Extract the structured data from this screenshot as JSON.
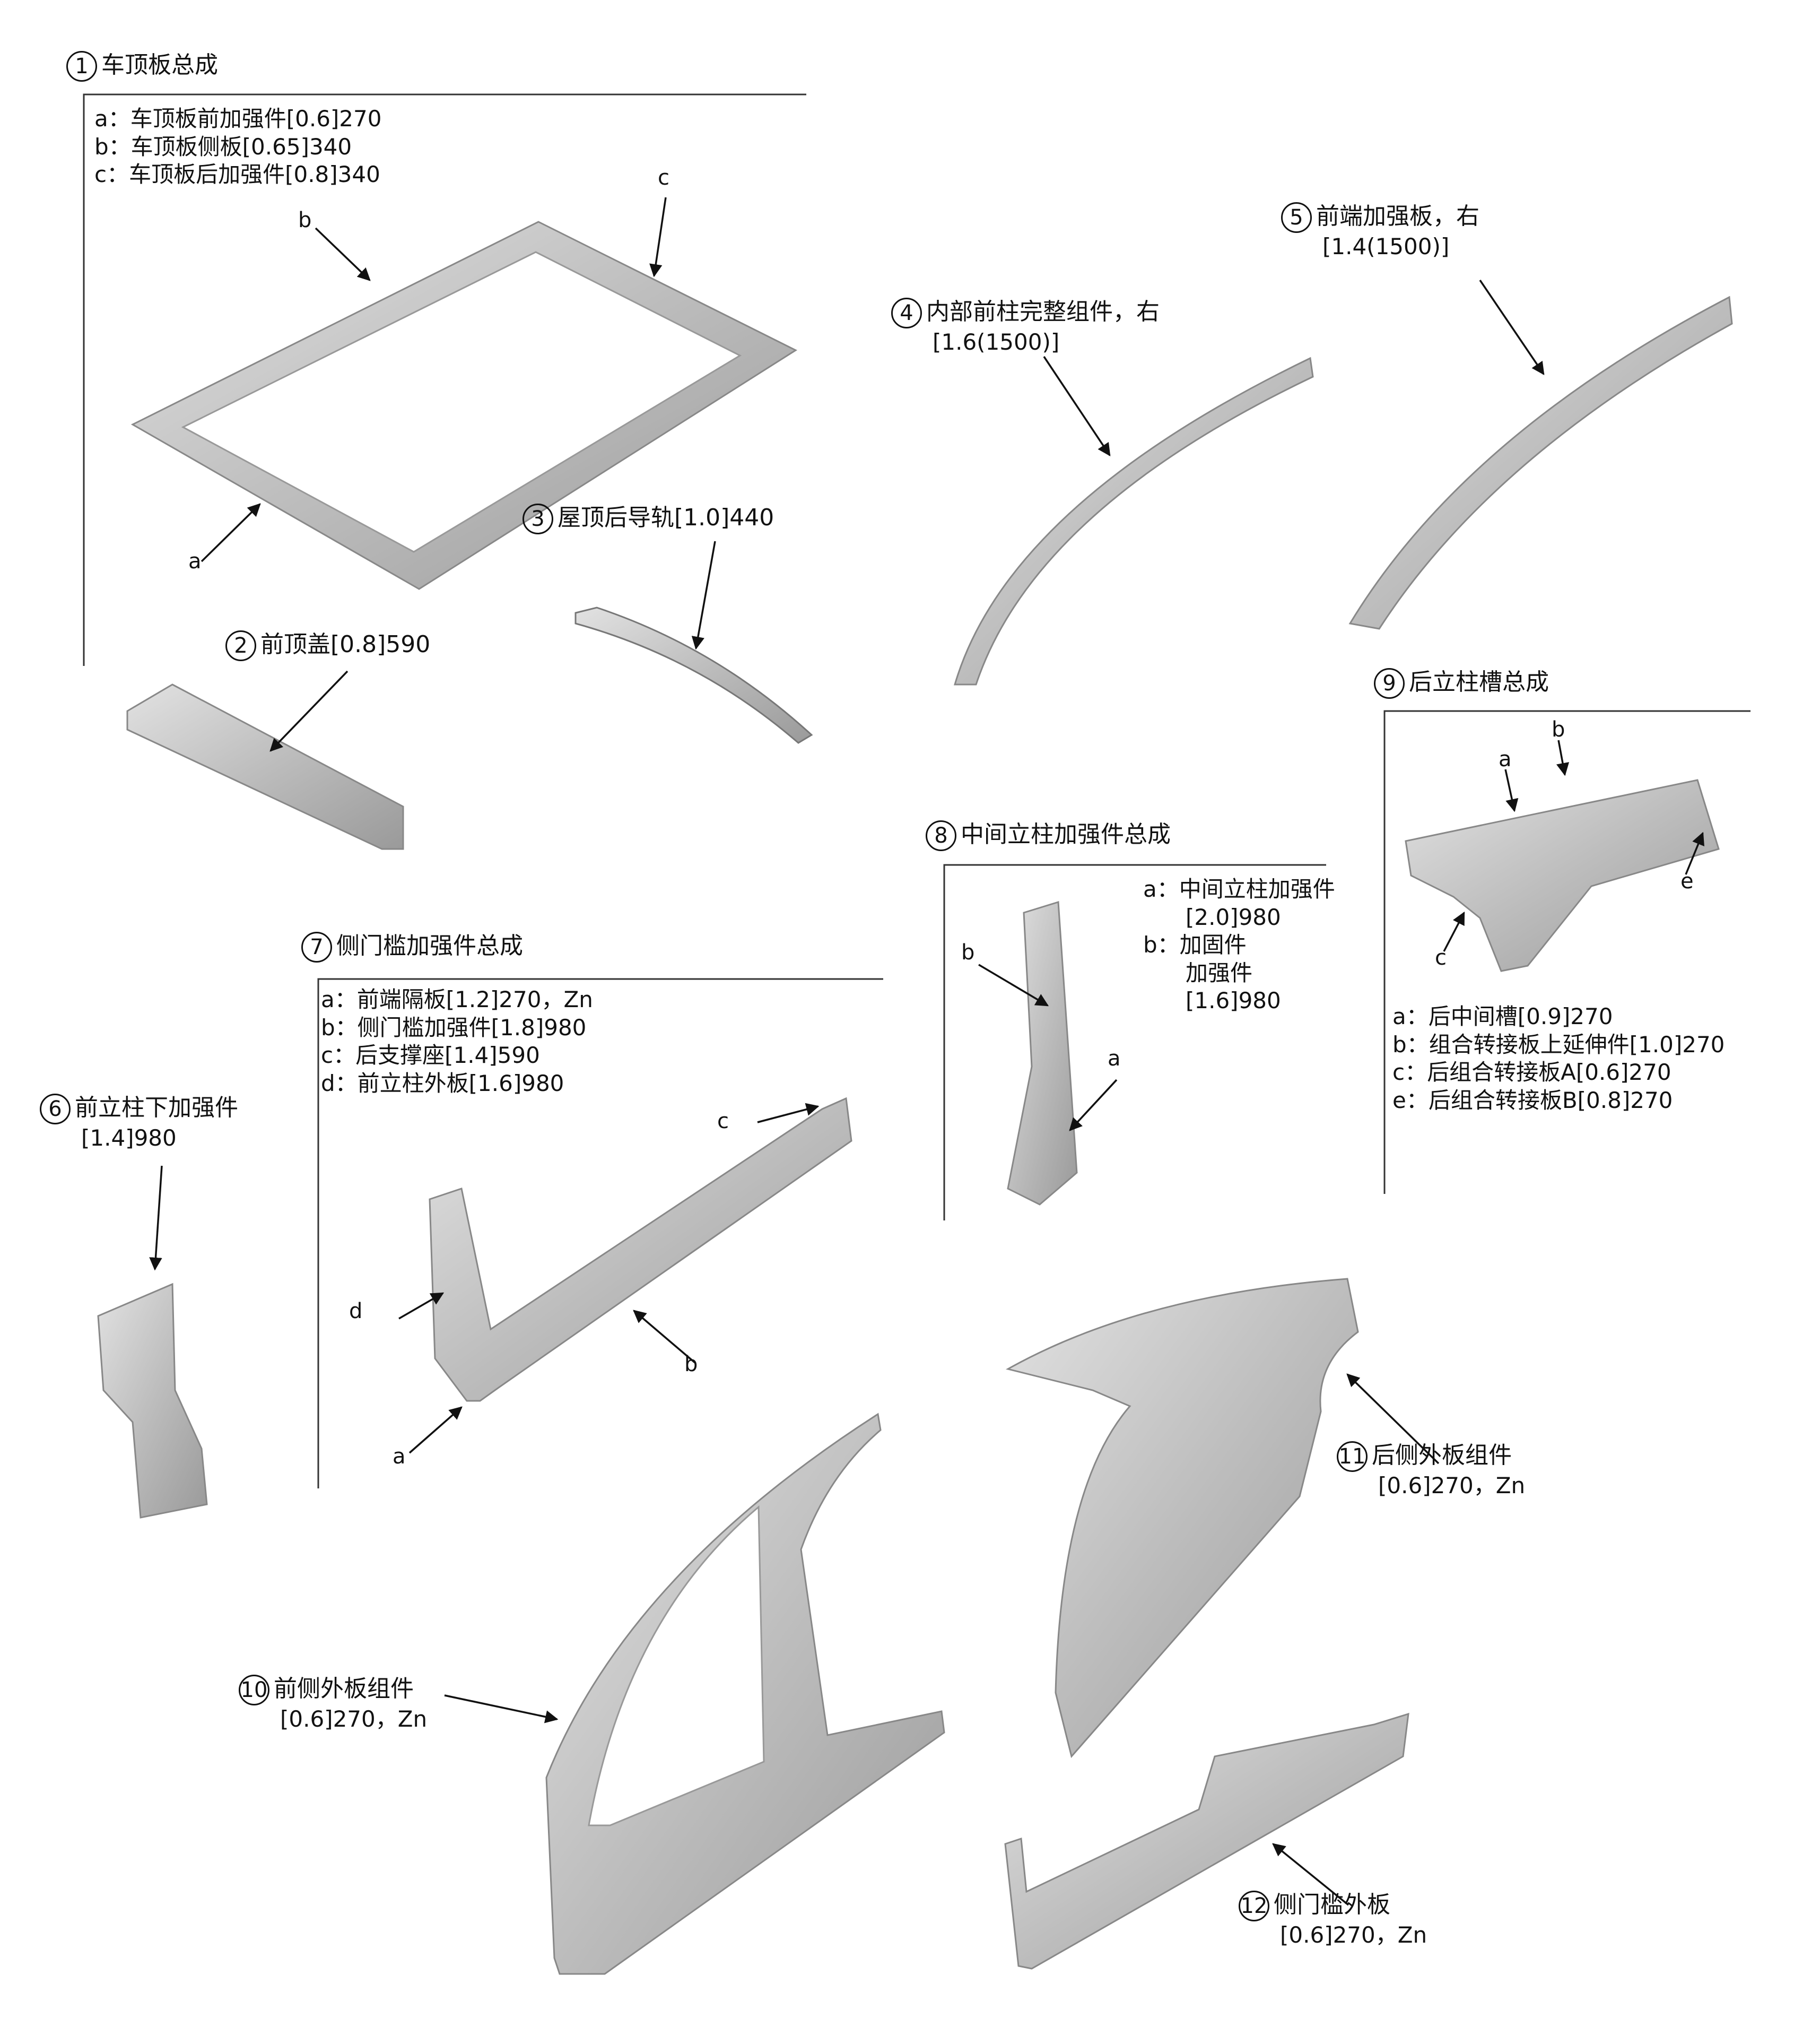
{
  "parts": [
    {
      "num": "1",
      "title": "车顶板总成",
      "specs": [
        "a：车顶板前加强件[0.6]270",
        "b：车顶板侧板[0.65]340",
        "c：车顶板后加强件[0.8]340"
      ]
    },
    {
      "num": "2",
      "title": "前顶盖[0.8]590"
    },
    {
      "num": "3",
      "title": "屋顶后导轨[1.0]440"
    },
    {
      "num": "4",
      "title": "内部前柱完整组件，右",
      "spec": "[1.6(1500)]"
    },
    {
      "num": "5",
      "title": "前端加强板，右",
      "spec": "[1.4(1500)]"
    },
    {
      "num": "6",
      "title": "前立柱下加强件",
      "spec": "[1.4]980"
    },
    {
      "num": "7",
      "title": "侧门槛加强件总成",
      "specs": [
        "a：前端隔板[1.2]270，Zn",
        "b：侧门槛加强件[1.8]980",
        "c：后支撑座[1.4]590",
        "d：前立柱外板[1.6]980"
      ]
    },
    {
      "num": "8",
      "title": "中间立柱加强件总成",
      "specs": [
        "a：中间立柱加强件",
        "[2.0]980",
        "b：加固件",
        "加强件",
        "[1.6]980"
      ]
    },
    {
      "num": "9",
      "title": "后立柱槽总成",
      "specs": [
        "a：后中间槽[0.9]270",
        "b：组合转接板上延伸件[1.0]270",
        "c：后组合转接板A[0.6]270",
        "e：后组合转接板B[0.8]270"
      ]
    },
    {
      "num": "10",
      "title": "前侧外板组件",
      "spec": "[0.6]270，Zn"
    },
    {
      "num": "11",
      "title": "后侧外板组件",
      "spec": "[0.6]270，Zn"
    },
    {
      "num": "12",
      "title": "侧门槛外板",
      "spec": "[0.6]270，Zn"
    }
  ],
  "callouts": {
    "a": "a",
    "b": "b",
    "c": "c",
    "d": "d",
    "e": "e"
  },
  "colors": {
    "part_fill": "#c9c9c9",
    "part_stroke": "#8e8e8e",
    "text": "#111111"
  }
}
